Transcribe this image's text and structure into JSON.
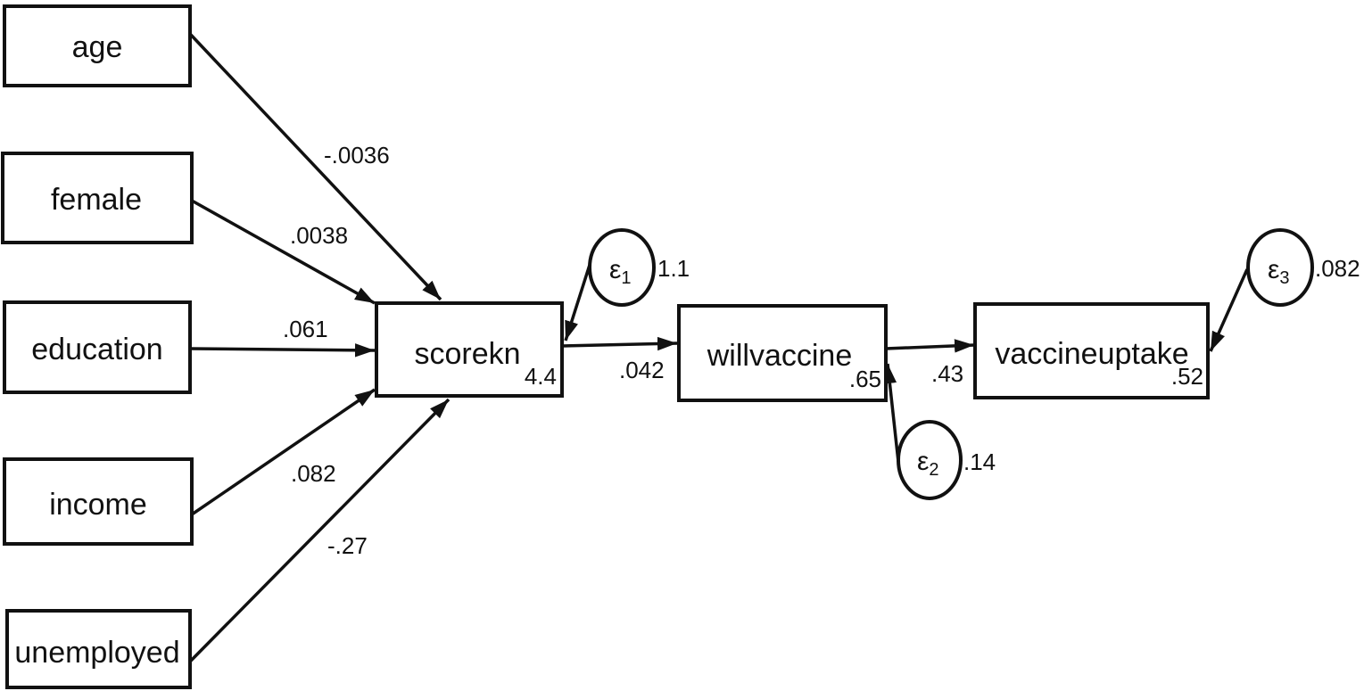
{
  "nodes": {
    "age": "age",
    "female": "female",
    "education": "education",
    "income": "income",
    "unemployed": "unemployed",
    "scorekn": "scorekn",
    "willvaccine": "willvaccine",
    "vaccineuptake": "vaccineuptake"
  },
  "intercepts": {
    "scorekn": "4.4",
    "willvaccine": ".65",
    "vaccineuptake": ".52"
  },
  "coefficients": {
    "age_scorekn": "-.0036",
    "female_scorekn": ".0038",
    "education_scorekn": ".061",
    "income_scorekn": ".082",
    "unemployed_scorekn": "-.27",
    "scorekn_willvaccine": ".042",
    "willvaccine_vaccineuptake": ".43"
  },
  "errors": {
    "e1": {
      "glyph": "ε",
      "sub": "1",
      "variance": "1.1"
    },
    "e2": {
      "glyph": "ε",
      "sub": "2",
      "variance": ".14"
    },
    "e3": {
      "glyph": "ε",
      "sub": "3",
      "variance": ".082"
    }
  },
  "colors": {
    "ink": "#111111",
    "background": "#ffffff"
  }
}
